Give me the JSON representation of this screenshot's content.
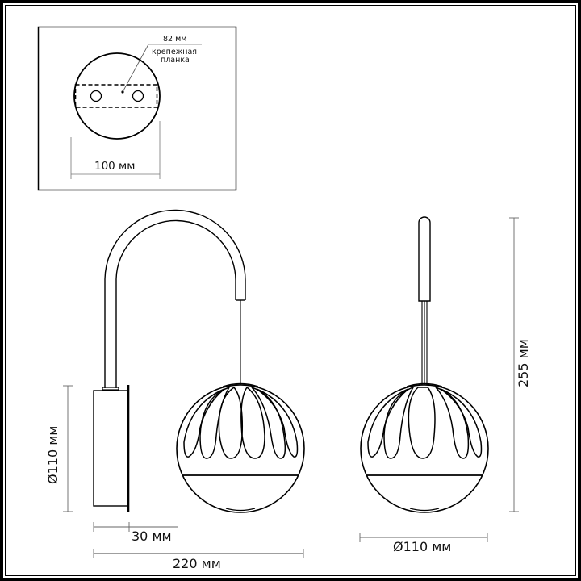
{
  "drawing": {
    "title": "Wall lamp dimension drawing",
    "colors": {
      "line": "#000000",
      "dimension_line": "#555555",
      "background": "#ffffff"
    }
  },
  "mounting_plate_view": {
    "plate_label": "82 мм",
    "plate_caption_line1": "крепежная",
    "plate_caption_line2": "планка",
    "base_diameter_label": "100 мм"
  },
  "side_view": {
    "base_height_label": "Ø110 мм",
    "base_depth_label": "30 мм",
    "overall_projection_label": "220 мм"
  },
  "front_view": {
    "overall_height_label": "255 мм",
    "shade_diameter_label": "Ø110 мм"
  }
}
